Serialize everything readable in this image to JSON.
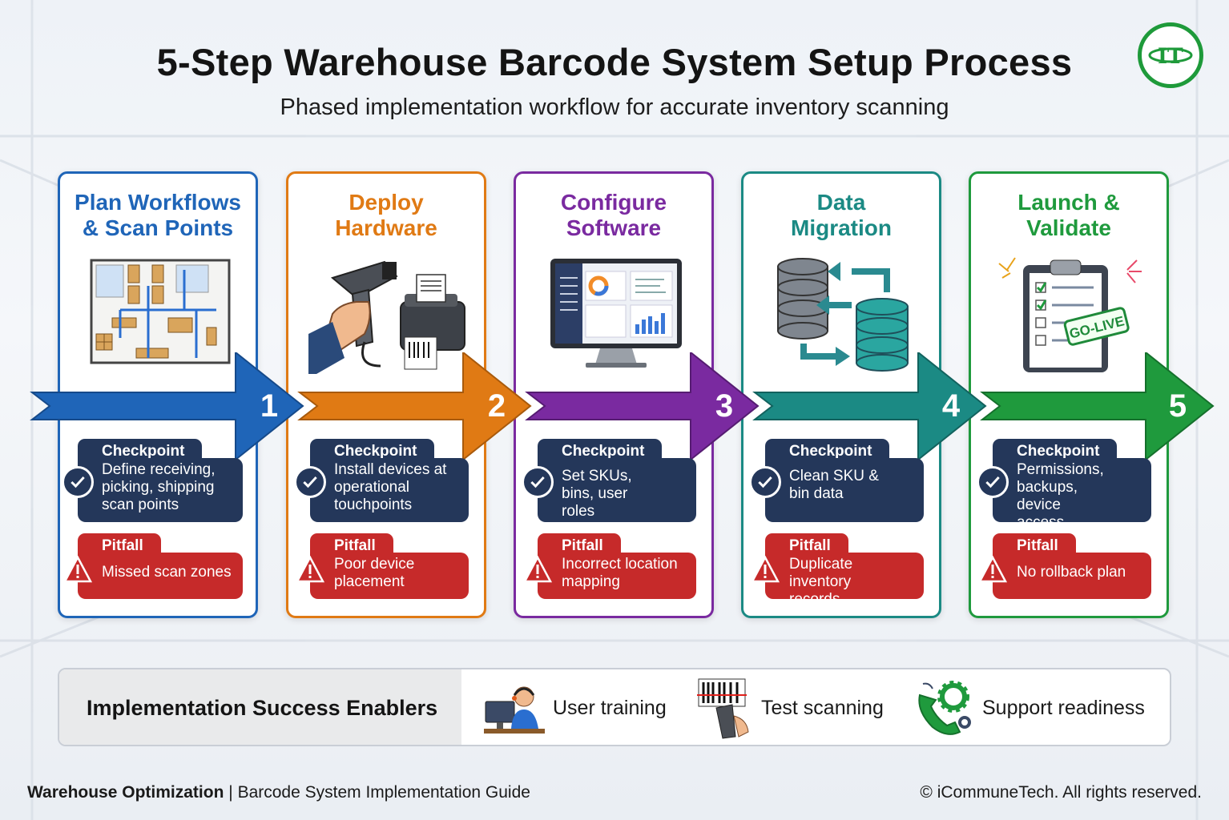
{
  "header": {
    "title": "5-Step Warehouse Barcode System Setup Process",
    "subtitle": "Phased implementation workflow for accurate inventory scanning",
    "logo_text": "IT"
  },
  "colors": {
    "step1": "#1f65b8",
    "step2": "#e07a14",
    "step3": "#7a2aa0",
    "step4": "#1b8a84",
    "step5": "#1f9a3d",
    "checkpoint": "#24375a",
    "pitfall": "#c62a2a"
  },
  "steps": [
    {
      "number": "1",
      "title_line1": "Plan Workflows",
      "title_line2": "& Scan Points",
      "illustration": "warehouse-floorplan-icon",
      "checkpoint_label": "Checkpoint",
      "checkpoint_text": "Define receiving, picking, shipping scan points",
      "pitfall_label": "Pitfall",
      "pitfall_text": "Missed scan zones"
    },
    {
      "number": "2",
      "title_line1": "Deploy",
      "title_line2": "Hardware",
      "illustration": "scanner-printer-icon",
      "checkpoint_label": "Checkpoint",
      "checkpoint_text": "Install devices at operational touchpoints",
      "pitfall_label": "Pitfall",
      "pitfall_text": "Poor device placement"
    },
    {
      "number": "3",
      "title_line1": "Configure",
      "title_line2": "Software",
      "illustration": "monitor-dashboard-icon",
      "checkpoint_label": "Checkpoint",
      "checkpoint_text": "Set SKUs, bins, user roles",
      "pitfall_label": "Pitfall",
      "pitfall_text": "Incorrect location mapping"
    },
    {
      "number": "4",
      "title_line1": "Data",
      "title_line2": "Migration",
      "illustration": "database-transfer-icon",
      "checkpoint_label": "Checkpoint",
      "checkpoint_text": "Clean SKU & bin data",
      "pitfall_label": "Pitfall",
      "pitfall_text": "Duplicate inventory records"
    },
    {
      "number": "5",
      "title_line1": "Launch &",
      "title_line2": "Validate",
      "illustration": "go-live-clipboard-icon",
      "stamp_text": "GO-LIVE",
      "checkpoint_label": "Checkpoint",
      "checkpoint_text": "Permissions, backups, device access",
      "pitfall_label": "Pitfall",
      "pitfall_text": "No rollback plan"
    }
  ],
  "enablers": {
    "label": "Implementation Success Enablers",
    "items": [
      {
        "icon": "headset-agent-icon",
        "label": "User training"
      },
      {
        "icon": "barcode-scanner-icon",
        "label": "Test scanning"
      },
      {
        "icon": "phone-gear-icon",
        "label": "Support readiness"
      }
    ]
  },
  "footer": {
    "brand": "Warehouse Optimization",
    "separator": "|",
    "guide": "Barcode System Implementation Guide",
    "copyright": "© iCommuneTech. All rights reserved."
  }
}
